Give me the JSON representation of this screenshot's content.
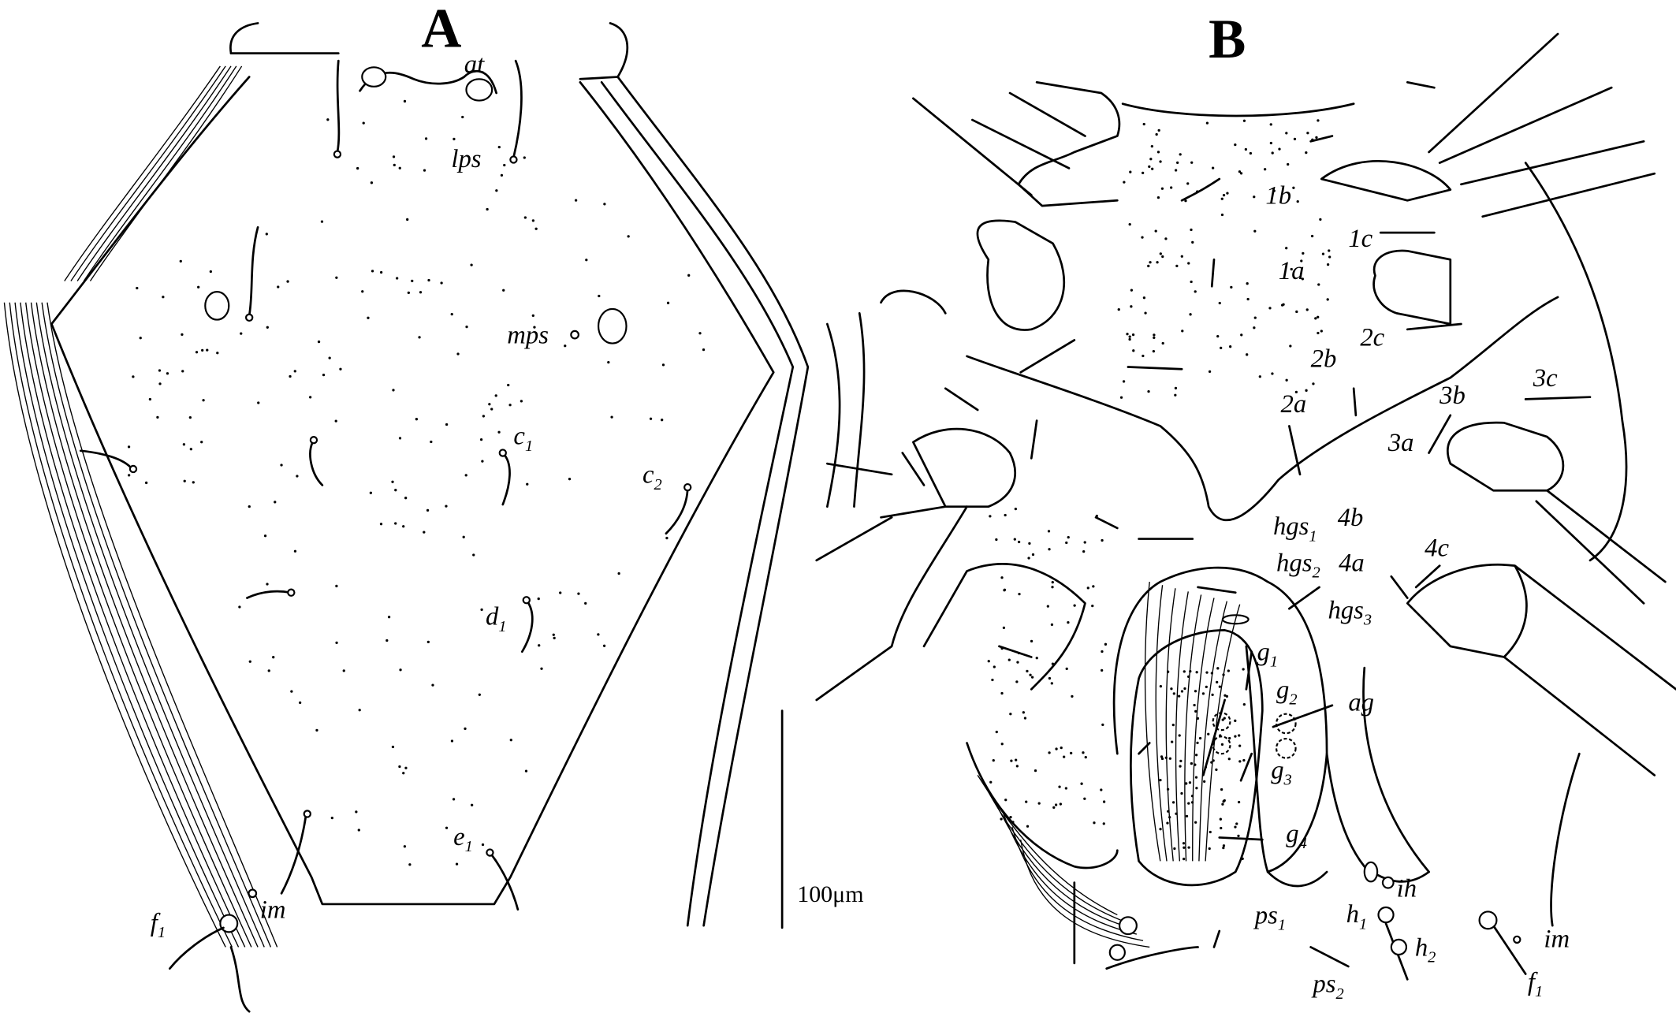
{
  "panels": {
    "a": "A",
    "b": "B"
  },
  "scale_bar": {
    "label": "100μm"
  },
  "panel_a_labels": {
    "at": {
      "base": "at"
    },
    "lps": {
      "base": "lps"
    },
    "mps": {
      "base": "mps"
    },
    "c1": {
      "base": "c",
      "sub": "1"
    },
    "c2": {
      "base": "c",
      "sub": "2"
    },
    "d1": {
      "base": "d",
      "sub": "1"
    },
    "e1": {
      "base": "e",
      "sub": "1"
    },
    "f1": {
      "base": "f",
      "sub": "1"
    },
    "im": {
      "base": "im"
    }
  },
  "panel_b_labels": {
    "1b": {
      "base": "1b"
    },
    "1c": {
      "base": "1c"
    },
    "1a": {
      "base": "1a"
    },
    "2c": {
      "base": "2c"
    },
    "2b": {
      "base": "2b"
    },
    "2a": {
      "base": "2a"
    },
    "3b": {
      "base": "3b"
    },
    "3c": {
      "base": "3c"
    },
    "3a": {
      "base": "3a"
    },
    "4b": {
      "base": "4b"
    },
    "4a": {
      "base": "4a"
    },
    "4c": {
      "base": "4c"
    },
    "hgs1": {
      "base": "hgs",
      "sub": "1"
    },
    "hgs2": {
      "base": "hgs",
      "sub": "2"
    },
    "hgs3": {
      "base": "hgs",
      "sub": "3"
    },
    "g1": {
      "base": "g",
      "sub": "1"
    },
    "g2": {
      "base": "g",
      "sub": "2"
    },
    "g3": {
      "base": "g",
      "sub": "3"
    },
    "g4": {
      "base": "g",
      "sub": "4"
    },
    "ag": {
      "base": "ag"
    },
    "ih": {
      "base": "ih"
    },
    "ps1": {
      "base": "ps",
      "sub": "1"
    },
    "ps2": {
      "base": "ps",
      "sub": "2"
    },
    "h1": {
      "base": "h",
      "sub": "1"
    },
    "h2": {
      "base": "h",
      "sub": "2"
    },
    "im": {
      "base": "im"
    },
    "f1": {
      "base": "f",
      "sub": "1"
    }
  }
}
